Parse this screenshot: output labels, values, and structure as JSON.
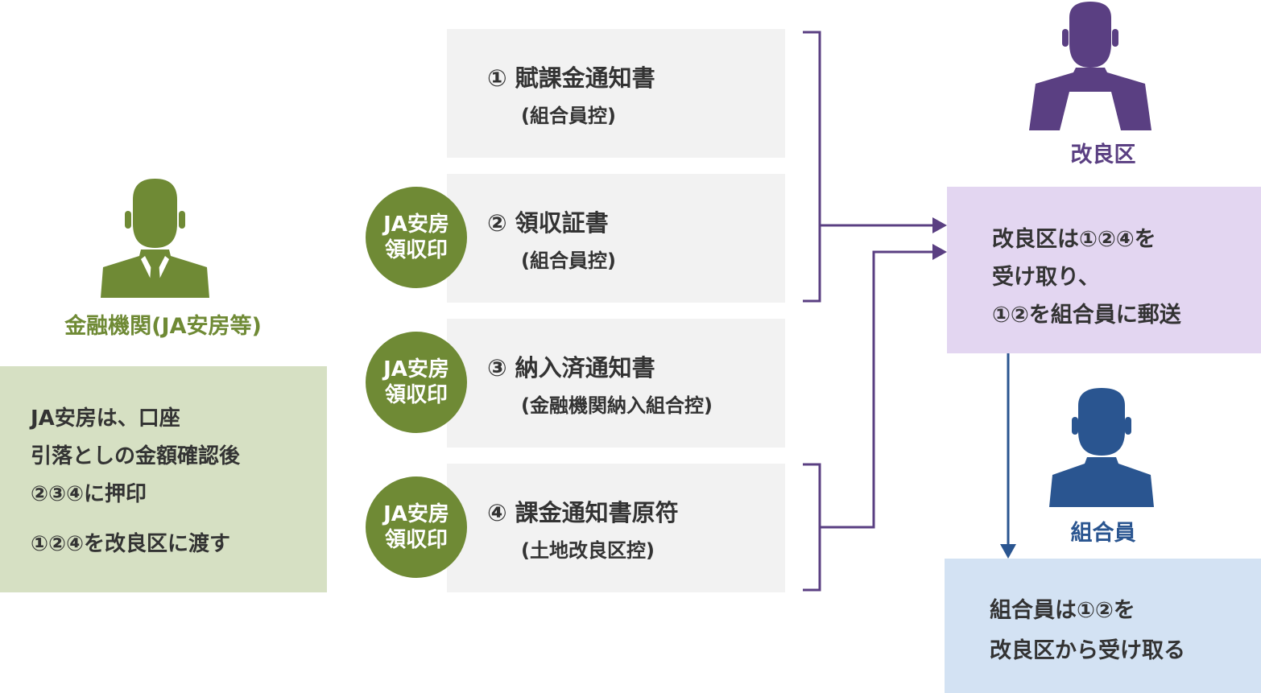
{
  "colors": {
    "green": "#6f8a35",
    "purple": "#5a3f82",
    "blue": "#2a5590",
    "bank_box": "#d6e0c3",
    "doc_box": "#f2f2f2",
    "kairyo_box": "#e3d6f1",
    "kumiai_box": "#d3e2f3"
  },
  "bank": {
    "icon": "business-person-icon",
    "label": "金融機関(JA安房等)",
    "box_lines": [
      "JA安房は、口座",
      "引落としの金額確認後",
      "②③④に押印",
      "①②④を改良区に渡す"
    ]
  },
  "documents": [
    {
      "title": "① 賦課金通知書",
      "sub": "(組合員控)",
      "stamp": null
    },
    {
      "title": "② 領収証書",
      "sub": "(組合員控)",
      "stamp": [
        "JA安房",
        "領収印"
      ]
    },
    {
      "title": "③ 納入済通知書",
      "sub": "(金融機関納入組合控)",
      "stamp": [
        "JA安房",
        "領収印"
      ]
    },
    {
      "title": "④ 課金通知書原符",
      "sub": "(土地改良区控)",
      "stamp": [
        "JA安房",
        "領収印"
      ]
    }
  ],
  "kairyo": {
    "icon": "person-icon",
    "label": "改良区",
    "box_lines": [
      "改良区は①②④を",
      "受け取り、",
      "①②を組合員に郵送"
    ]
  },
  "kumiai": {
    "icon": "person-icon",
    "label": "組合員",
    "box_lines": [
      "組合員は①②を",
      "改良区から受け取る"
    ]
  }
}
